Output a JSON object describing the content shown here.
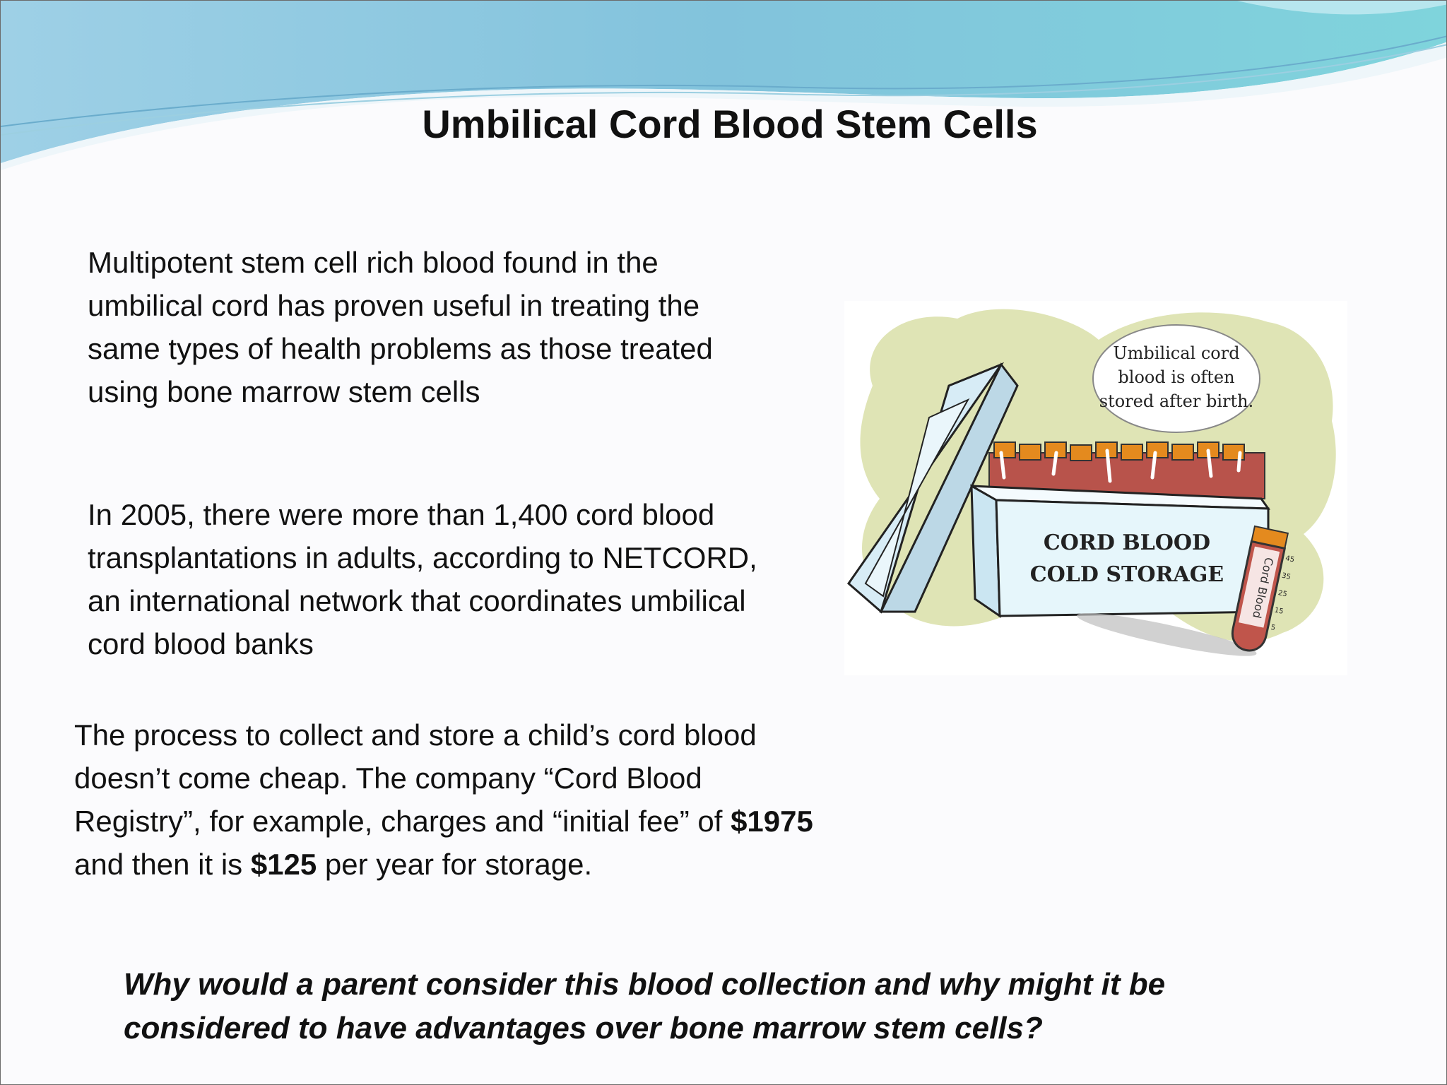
{
  "slide": {
    "title": "Umbilical Cord Blood Stem Cells",
    "paragraph_1": "Multipotent stem cell rich blood found in the umbilical cord has proven useful in treating the same types of health problems as those treated using bone marrow stem cells",
    "paragraph_2": "In 2005, there were more than 1,400 cord blood transplantations in adults, according to NETCORD, an international network that coordinates umbilical cord blood banks",
    "paragraph_3": {
      "part_1": "The process to collect and store a child’s cord blood doesn’t come cheap.  The company “Cord Blood Registry”, for example, charges and “initial fee” of ",
      "fee_initial": "$1975",
      "part_2": "  and then it is ",
      "fee_yearly": "$125",
      "part_3": " per year for storage."
    },
    "question": "Why would a parent consider this blood collection and why might it be considered to have advantages over bone marrow stem cells?"
  },
  "illustration": {
    "bubble_text_lines": [
      "Umbilical cord",
      "blood is often",
      "stored after birth."
    ],
    "box_label_lines": [
      "CORD BLOOD",
      "COLD STORAGE"
    ],
    "tube_label": "Cord Blood",
    "tube_scale": [
      "45",
      "35",
      "25",
      "15",
      "5"
    ],
    "colors": {
      "splash": "#d9dfa8",
      "box": "#e6f6fb",
      "lid": "#cfe6f3",
      "blood": "#b8534b",
      "cap": "#e48a1e"
    }
  },
  "theme": {
    "wave_colors": [
      "#7fc3dc",
      "#8bd7dd",
      "#b5e3ef"
    ]
  }
}
